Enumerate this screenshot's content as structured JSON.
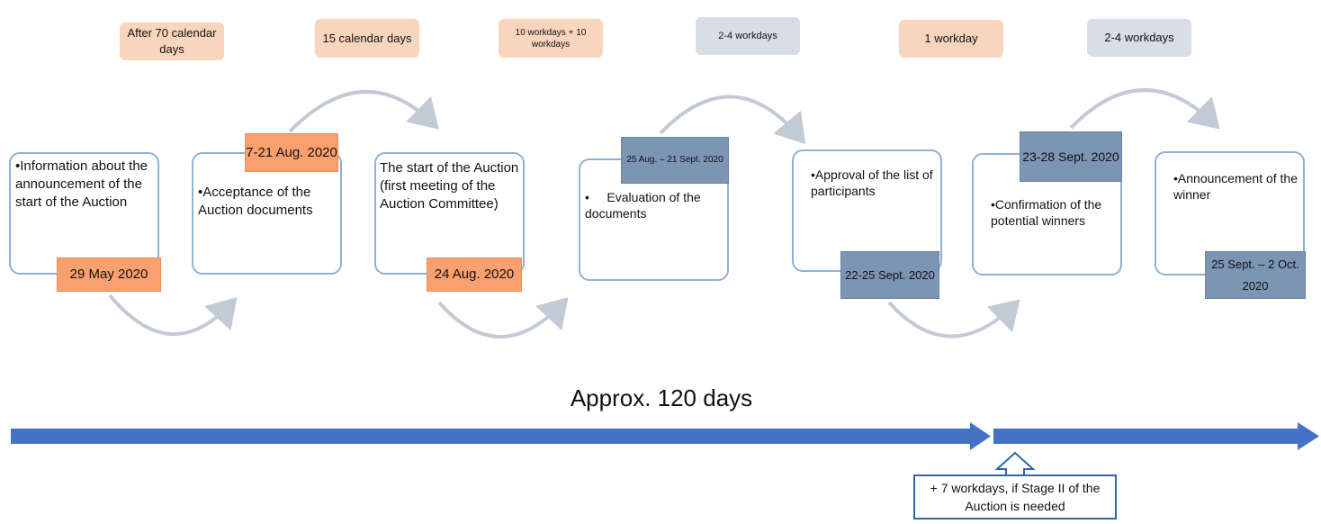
{
  "durations": [
    {
      "text": "After 70 calendar days"
    },
    {
      "text": "15 calendar days"
    },
    {
      "text": "10 workdays + 10 workdays"
    },
    {
      "text": "2-4 workdays"
    },
    {
      "text": "1 workday"
    },
    {
      "text": "2-4 workdays"
    }
  ],
  "steps": [
    {
      "text": "Information about the announcement of the start of the Auction",
      "date": "29 May 2020"
    },
    {
      "text": "Acceptance of the Auction documents",
      "date": "7-21 Aug. 2020"
    },
    {
      "text": "The start of the Auction (first meeting of the Auction Committee)",
      "date": "24 Aug. 2020"
    },
    {
      "text": "Evaluation of the documents",
      "date": "25 Aug. – 21 Sept. 2020"
    },
    {
      "text": "Approval of the list of participants",
      "date": "22-25 Sept. 2020"
    },
    {
      "text": "Confirmation of the potential winners",
      "date": "23-28 Sept. 2020"
    },
    {
      "text": "Announcement of the winner",
      "date": "25 Sept. – 2 Oct. 2020"
    }
  ],
  "bullet": "•",
  "total_label": "Approx. 120 days",
  "note": "+ 7 workdays, if Stage II of the Auction is needed",
  "colors": {
    "peach": "#f8d6bd",
    "grey": "#d8dde6",
    "orange": "#f9a06e",
    "steel": "#7d95b5",
    "box_border": "#8fb1d4",
    "arrow": "#4472c4",
    "curve": "#c2cad6"
  }
}
